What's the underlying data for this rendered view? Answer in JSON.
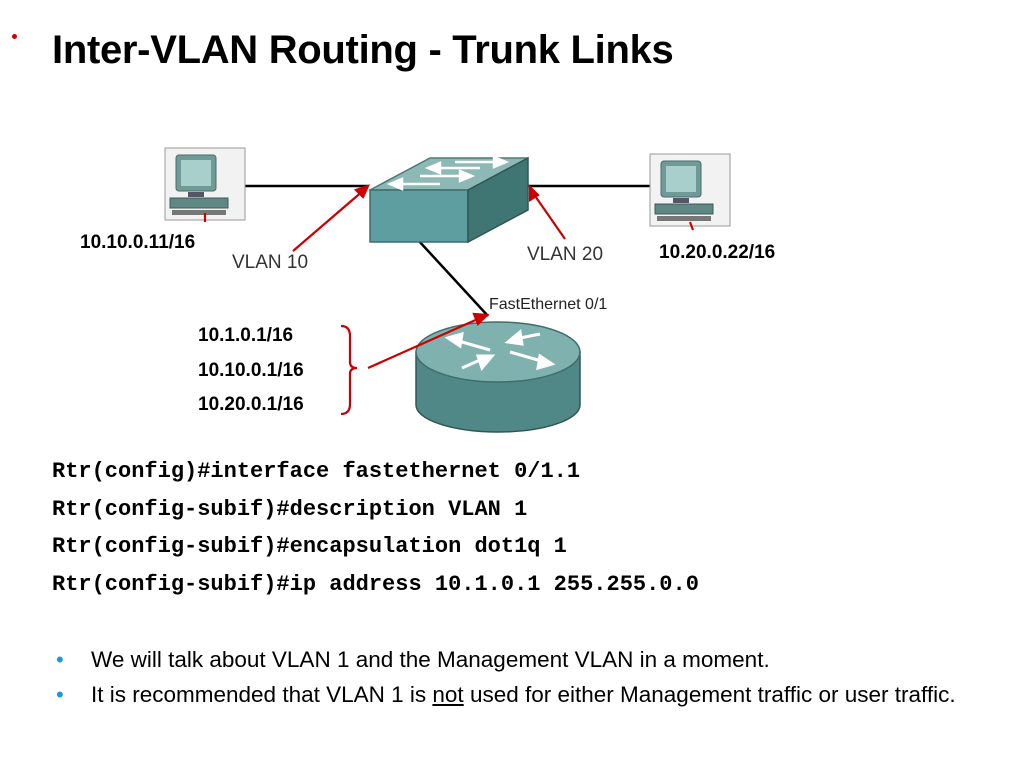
{
  "title": "Inter-VLAN Routing - Trunk Links",
  "diagram": {
    "pc_left_ip": "10.10.0.11/16",
    "pc_right_ip": "10.20.0.22/16",
    "vlan_left": "VLAN 10",
    "vlan_right": "VLAN 20",
    "router_port": "FastEthernet 0/1",
    "router_ips": [
      "10.1.0.1/16",
      "10.10.0.1/16",
      "10.20.0.1/16"
    ]
  },
  "code": [
    "Rtr(config)#interface fastethernet 0/1.1",
    "Rtr(config-subif)#description VLAN 1",
    "Rtr(config-subif)#encapsulation dot1q 1",
    "Rtr(config-subif)#ip address 10.1.0.1 255.255.0.0"
  ],
  "bullets": {
    "b1": "We will talk about VLAN 1 and the Management VLAN in a moment.",
    "b2_pre": "It is recommended that VLAN 1 is ",
    "b2_em": "not",
    "b2_post": " used for either Management traffic or user traffic."
  },
  "colors": {
    "accent_red": "#cc0000",
    "bullet_blue": "#1a9bd6",
    "device_teal": "#5f9ea0"
  }
}
